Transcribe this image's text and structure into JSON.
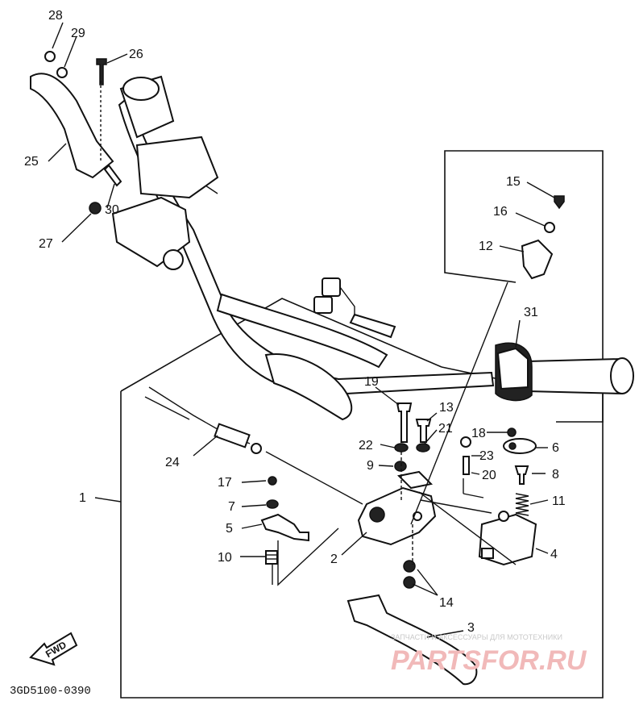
{
  "callouts": {
    "c1": "1",
    "c2": "2",
    "c3": "3",
    "c4": "4",
    "c5": "5",
    "c6": "6",
    "c7": "7",
    "c8": "8",
    "c9": "9",
    "c10": "10",
    "c11": "11",
    "c12": "12",
    "c13": "13",
    "c14": "14",
    "c15": "15",
    "c16": "16",
    "c17": "17",
    "c18": "18",
    "c19": "19",
    "c20": "20",
    "c21": "21",
    "c22": "22",
    "c23": "23",
    "c24": "24",
    "c25": "25",
    "c26": "26",
    "c27": "27",
    "c28": "28",
    "c29": "29",
    "c30": "30",
    "c31": "31"
  },
  "fwd_label": "FWD",
  "diagram_code": "3GD5100-0390",
  "watermark": {
    "line1": "ЗАПЧАСТИ И АКСЕССУАРЫ ДЛЯ МОТОТЕХНИКИ",
    "line2": "PARTSFOR.RU"
  }
}
